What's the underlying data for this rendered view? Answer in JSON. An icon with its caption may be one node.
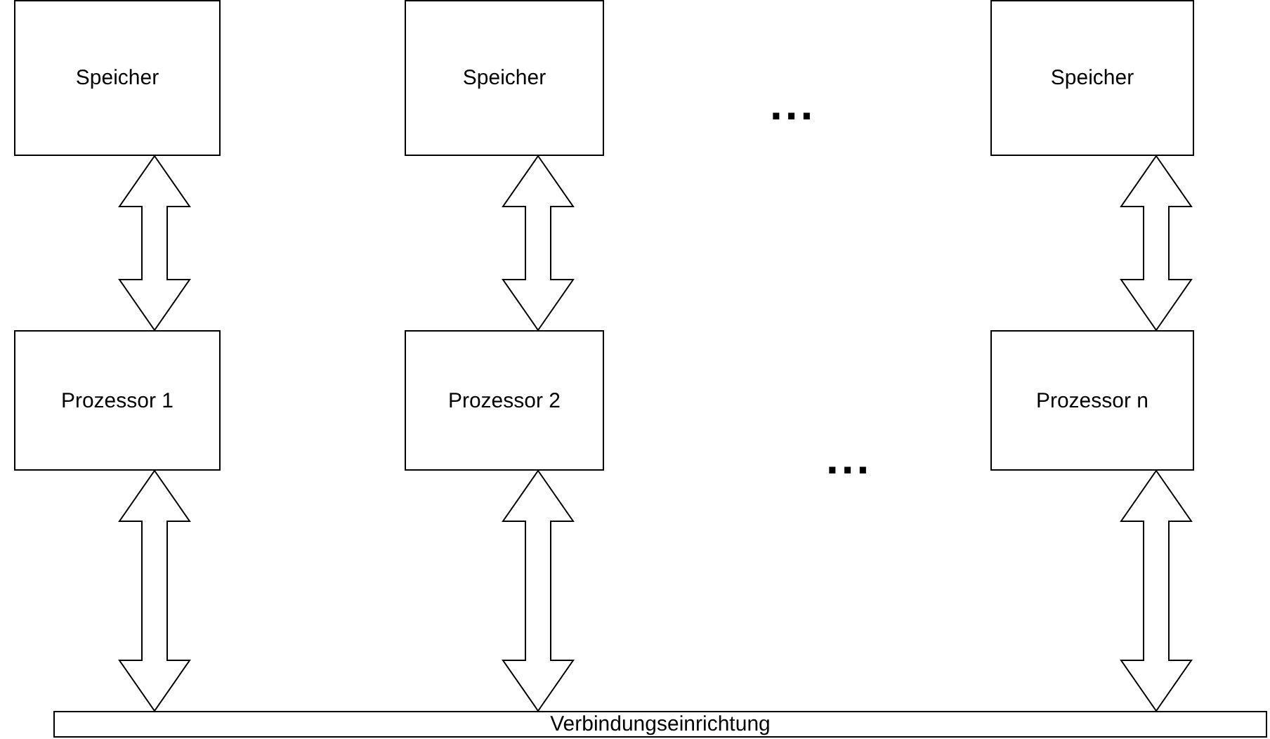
{
  "diagram": {
    "nodes": [
      {
        "text": [
          "Speicher"
        ]
      },
      {
        "text": [
          "Speicher"
        ]
      },
      {
        "text": [
          "Speicher"
        ]
      },
      {
        "text": [
          "Prozessor 1"
        ]
      },
      {
        "text": [
          "Prozessor 2"
        ]
      },
      {
        "text": [
          "Prozessor n"
        ]
      },
      {
        "text": [
          "Verbindungseinrichtung"
        ]
      }
    ],
    "edges": [
      {
        "from": 0,
        "to": 3,
        "arrow": "both"
      },
      {
        "from": 1,
        "to": 4,
        "arrow": "both"
      },
      {
        "from": 2,
        "to": 5,
        "arrow": "both"
      },
      {
        "from": 3,
        "to": 6,
        "arrow": "both"
      },
      {
        "from": 4,
        "to": 6,
        "arrow": "both"
      },
      {
        "from": 5,
        "to": 6,
        "arrow": "both"
      }
    ],
    "labels": [
      "...",
      "..."
    ]
  }
}
